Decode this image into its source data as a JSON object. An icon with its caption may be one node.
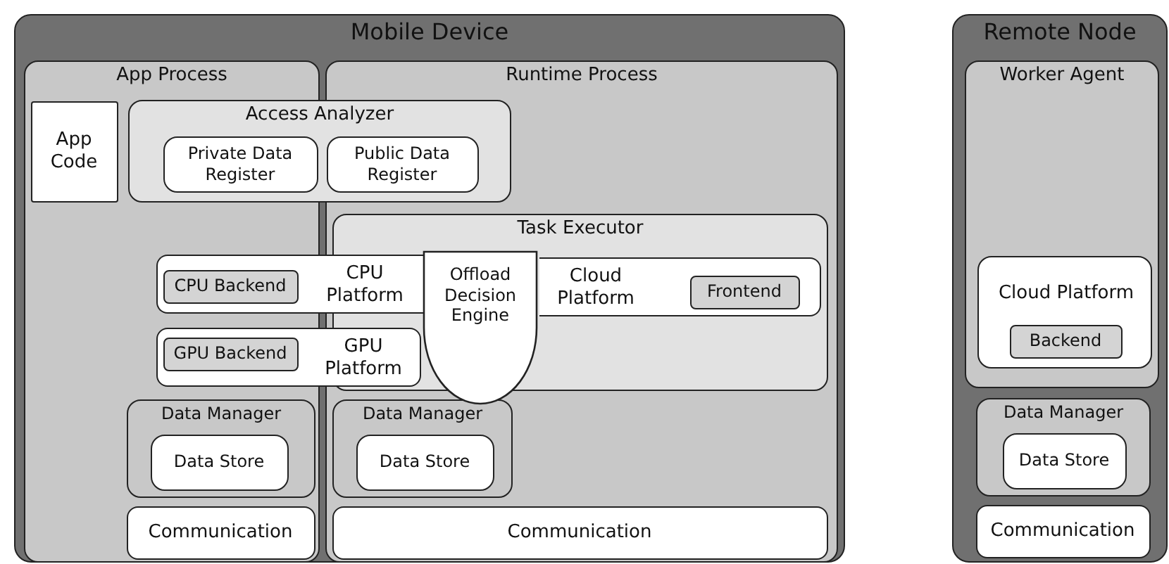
{
  "diagram": {
    "nodes": [
      {
        "text": [
          "Mobile Device"
        ]
      },
      {
        "text": [
          "App Process"
        ],
        "in": 0
      },
      {
        "text": [
          "App Code"
        ],
        "in": 1
      },
      {
        "text": [
          "Runtime Process"
        ],
        "in": 0
      },
      {
        "text": [
          "Access Analyzer"
        ],
        "in": 0
      },
      {
        "text": [
          "Private Data Register"
        ]
      },
      {
        "text": [
          "Public Data Register"
        ]
      },
      {
        "text": [
          "Task Executor"
        ],
        "in": 3
      },
      {
        "text": [
          "CPU Platform"
        ],
        "in": 0
      },
      {
        "text": [
          "CPU Backend"
        ]
      },
      {
        "text": [
          "Offload Decision Engine"
        ],
        "in": 3
      },
      {
        "text": [
          "Cloud Platform"
        ],
        "in": 7
      },
      {
        "text": [
          "Frontend"
        ],
        "in": 11
      },
      {
        "text": [
          "GPU Platform"
        ],
        "in": 0
      },
      {
        "text": [
          "GPU Backend"
        ]
      },
      {
        "text": [
          "Data Manager"
        ],
        "in": 1
      },
      {
        "text": [
          "Data Store"
        ],
        "in": 15
      },
      {
        "text": [
          "Communication"
        ],
        "in": 1
      },
      {
        "text": [
          "Data Manager"
        ],
        "in": 3
      },
      {
        "text": [
          "Data Store"
        ],
        "in": 18
      },
      {
        "text": [
          "Communication"
        ],
        "in": 3
      },
      {
        "text": [
          "Remote Node"
        ]
      },
      {
        "text": [
          "Worker Agent"
        ],
        "in": 21
      },
      {
        "text": [
          "Cloud Platform"
        ],
        "in": 22
      },
      {
        "text": [
          "Backend"
        ],
        "in": 23
      },
      {
        "text": [
          "Data Manager"
        ],
        "in": 21
      },
      {
        "text": [
          "Data Store"
        ],
        "in": 25
      },
      {
        "text": [
          "Communication"
        ],
        "in": 21
      }
    ],
    "edges": []
  }
}
